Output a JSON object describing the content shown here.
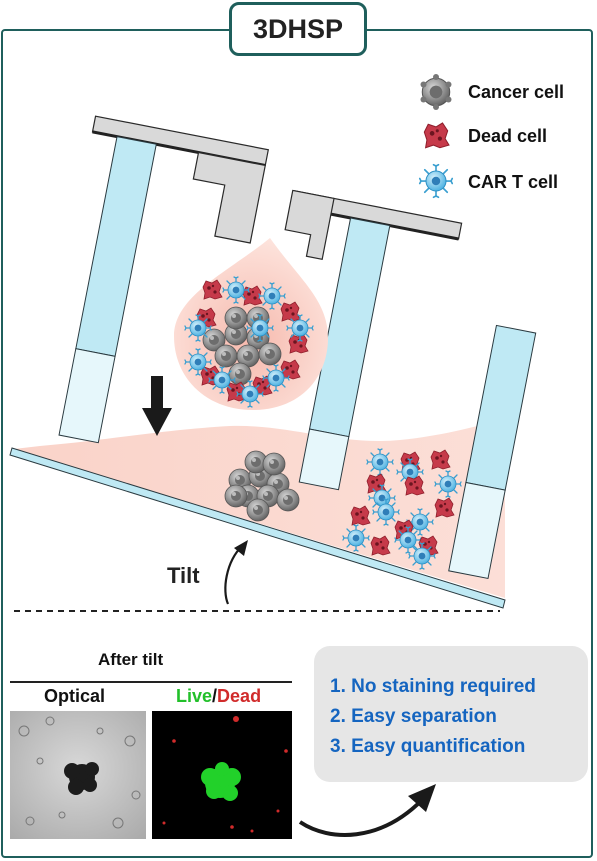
{
  "title": "3DHSP",
  "legend": {
    "cancer_cell": "Cancer cell",
    "dead_cell": "Dead cell",
    "car_t_cell": "CAR T cell"
  },
  "tilt_label": "Tilt",
  "after_tilt": {
    "title": "After tilt",
    "optical_label": "Optical",
    "live_label": "Live",
    "slash": "/",
    "dead_label": "Dead"
  },
  "benefits": [
    "1. No staining required",
    "2. Easy separation",
    "3. Easy quantification"
  ],
  "colors": {
    "frame": "#1f5f5c",
    "tube_upper": "#bfe9f4",
    "tube_lower": "#e6f7fb",
    "medium": "#f9c9bd",
    "cancer": "#8a8a8a",
    "dead": "#c63a4a",
    "car_t": "#5bbce4",
    "benefit_text": "#1565c0",
    "live_green": "#22c02a",
    "dead_red": "#d12b2b"
  }
}
